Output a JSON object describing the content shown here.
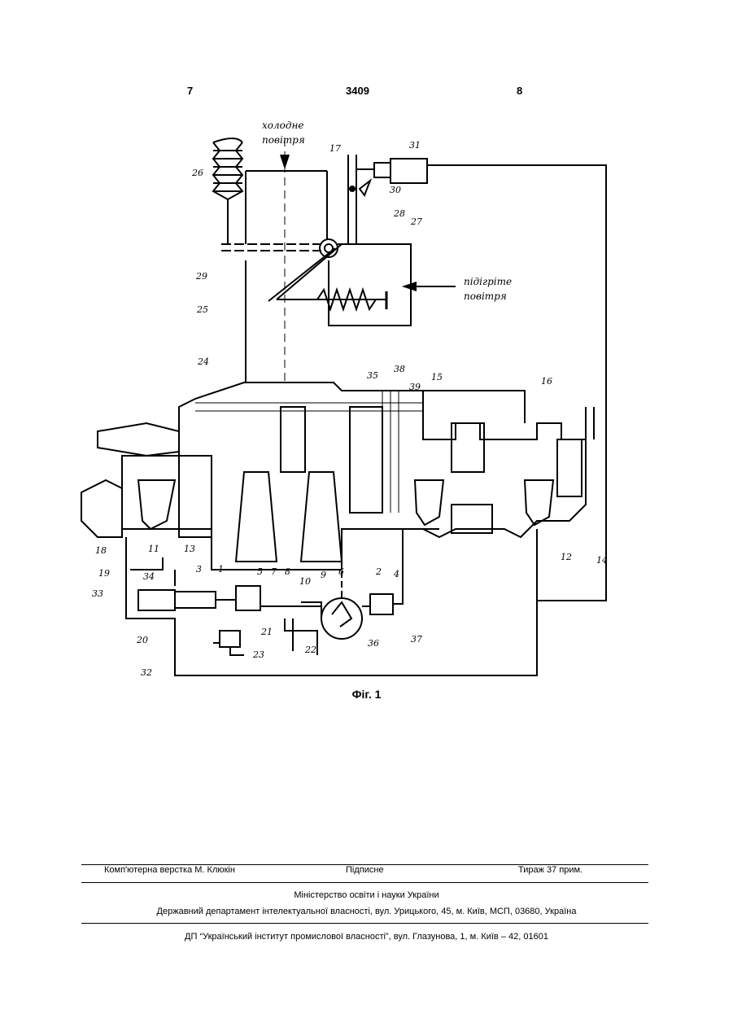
{
  "header": {
    "page_left": "7",
    "patent_number": "3409",
    "page_right": "8"
  },
  "figure": {
    "caption": "Фіг. 1",
    "text_cold_air_1": "холодне",
    "text_cold_air_2": "повітря",
    "text_hot_air_1": "підігріте",
    "text_hot_air_2": "повітря",
    "labels": [
      "1",
      "2",
      "3",
      "4",
      "5",
      "6",
      "7",
      "8",
      "9",
      "10",
      "11",
      "12",
      "13",
      "14",
      "15",
      "16",
      "17",
      "18",
      "19",
      "20",
      "21",
      "22",
      "23",
      "24",
      "25",
      "26",
      "27",
      "28",
      "29",
      "30",
      "31",
      "32",
      "33",
      "34",
      "35",
      "36",
      "37",
      "38",
      "39"
    ]
  },
  "imprint": {
    "layout": "Комп'ютерна верстка М. Клюкін",
    "signed": "Підписне",
    "circulation": "Тираж 37 прим.",
    "ministry": "Міністерство освіти і науки України",
    "department": "Державний департамент інтелектуальної власності, вул. Урицького, 45, м. Київ, МСП, 03680, Україна",
    "institute": "ДП “Український інститут промислової власності”, вул. Глазунова, 1, м. Київ – 42, 01601"
  }
}
